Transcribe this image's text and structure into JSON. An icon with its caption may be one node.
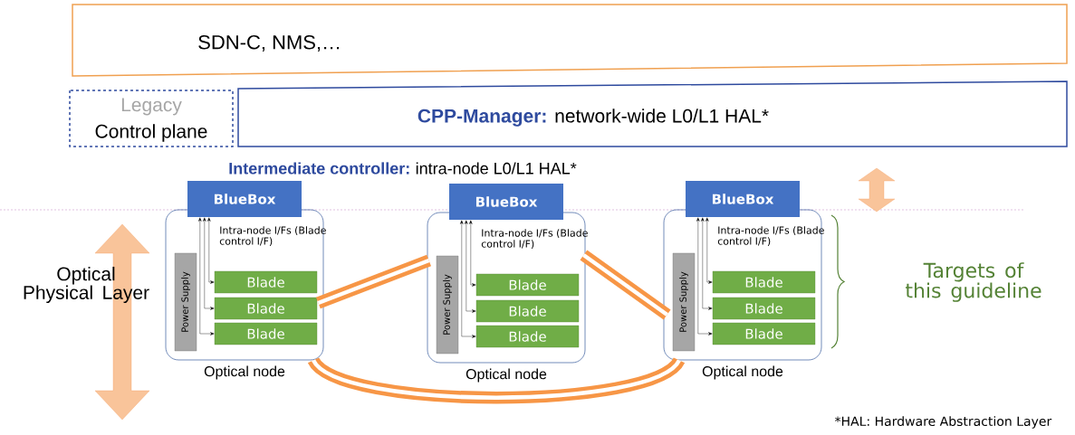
{
  "diagram": {
    "nodes": [
      {
        "text": [
          "SDN-C, NMS,…"
        ]
      },
      {
        "text": [
          "Legacy",
          "Control plane"
        ]
      },
      {
        "text": [
          "CPP-Manager:",
          "network-wide L0/L1 HAL*"
        ]
      },
      {
        "text": [],
        "shape": "box",
        "beside": [
          "Optical node"
        ]
      },
      {
        "text": [
          "BlueBox"
        ]
      },
      {
        "text": [
          "Power Supply"
        ],
        "in": 3
      },
      {
        "text": [
          "Blade"
        ],
        "in": 3
      },
      {
        "text": [
          "Blade"
        ],
        "in": 3
      },
      {
        "text": [
          "Blade"
        ],
        "in": 3
      },
      {
        "text": [],
        "shape": "box",
        "beside": [
          "Optical node"
        ]
      },
      {
        "text": [
          "BlueBox"
        ]
      },
      {
        "text": [
          "Power Supply"
        ],
        "in": 9
      },
      {
        "text": [
          "Blade"
        ],
        "in": 9
      },
      {
        "text": [
          "Blade"
        ],
        "in": 9
      },
      {
        "text": [
          "Blade"
        ],
        "in": 9
      },
      {
        "text": [],
        "shape": "box",
        "beside": [
          "Optical node"
        ]
      },
      {
        "text": [
          "BlueBox"
        ]
      },
      {
        "text": [
          "Power Supply"
        ],
        "in": 15
      },
      {
        "text": [
          "Blade"
        ],
        "in": 15
      },
      {
        "text": [
          "Blade"
        ],
        "in": 15
      },
      {
        "text": [
          "Blade"
        ],
        "in": 15
      }
    ],
    "edges": [
      {
        "from": 4,
        "to": 6,
        "arrow": "both"
      },
      {
        "from": 4,
        "to": 7,
        "arrow": "both"
      },
      {
        "from": 4,
        "to": 8,
        "arrow": "both"
      },
      {
        "from": 10,
        "to": 12,
        "arrow": "both"
      },
      {
        "from": 10,
        "to": 13,
        "arrow": "both"
      },
      {
        "from": 10,
        "to": 14,
        "arrow": "both"
      },
      {
        "from": 16,
        "to": 18,
        "arrow": "both"
      },
      {
        "from": 16,
        "to": 19,
        "arrow": "both"
      },
      {
        "from": 16,
        "to": 20,
        "arrow": "both"
      },
      {
        "from": 3,
        "to": 9,
        "arrow": "none",
        "style": "thick",
        "color": "#f79646"
      },
      {
        "from": 9,
        "to": 15,
        "arrow": "none",
        "style": "thick",
        "color": "#f79646"
      },
      {
        "from": 3,
        "to": 15,
        "arrow": "none",
        "style": "thick",
        "color": "#f79646"
      }
    ],
    "labels": [
      "Intermediate controller:",
      "intra-node L0/L1 HAL*",
      "Intra-node I/Fs (Blade control I/F)",
      "Intra-node I/Fs (Blade control I/F)",
      "Intra-node I/Fs (Blade control I/F)",
      "Optical Physical Layer",
      "Targets of this guideline",
      "*HAL: Hardware Abstraction Layer"
    ]
  }
}
